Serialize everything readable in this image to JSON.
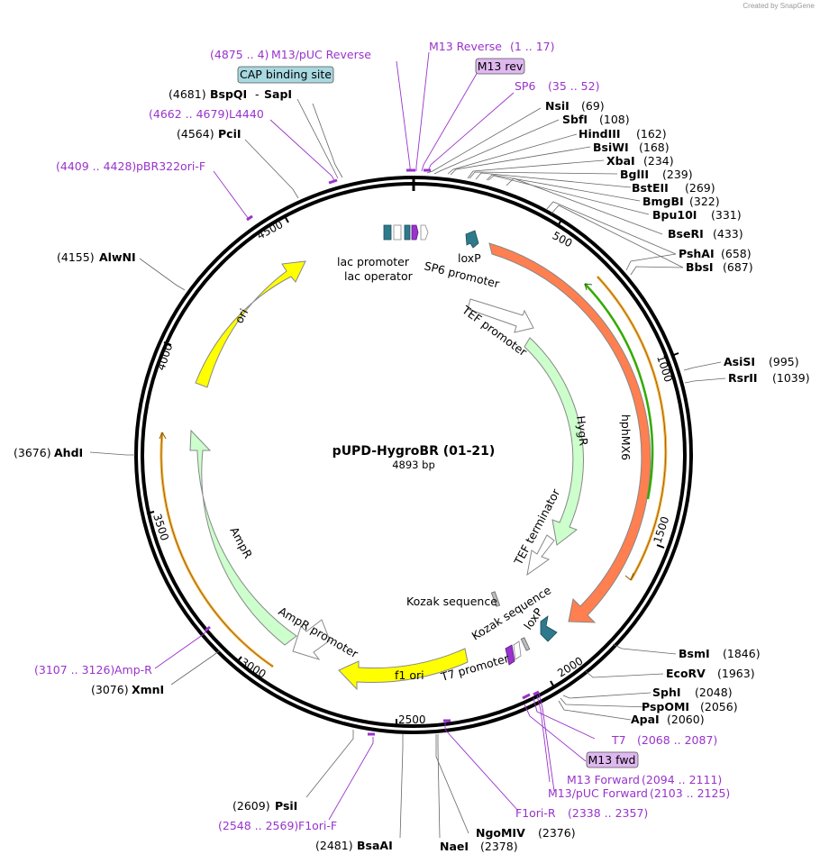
{
  "credit": "Created by SnapGene",
  "plasmid": {
    "name": "pUPD-HygroBR (01-21)",
    "length_label": "4893 bp",
    "length": 4893
  },
  "ticks": [
    "500",
    "1000",
    "1500",
    "2000",
    "2500",
    "3000",
    "3500",
    "4000",
    "4500"
  ],
  "sites": [
    {
      "name": "NsiI",
      "pos": "(69)"
    },
    {
      "name": "SbfI",
      "pos": "(108)"
    },
    {
      "name": "HindIII",
      "pos": "(162)"
    },
    {
      "name": "BsiWI",
      "pos": "(168)"
    },
    {
      "name": "XbaI",
      "pos": "(234)"
    },
    {
      "name": "BglII",
      "pos": "(239)"
    },
    {
      "name": "BstEII",
      "pos": "(269)"
    },
    {
      "name": "BmgBI",
      "pos": "(322)"
    },
    {
      "name": "Bpu10I",
      "pos": "(331)"
    },
    {
      "name": "BseRI",
      "pos": "(433)"
    },
    {
      "name": "PshAI",
      "pos": "(658)"
    },
    {
      "name": "BbsI",
      "pos": "(687)"
    },
    {
      "name": "AsiSI",
      "pos": "(995)"
    },
    {
      "name": "RsrII",
      "pos": "(1039)"
    },
    {
      "name": "BsmI",
      "pos": "(1846)"
    },
    {
      "name": "EcoRV",
      "pos": "(1963)"
    },
    {
      "name": "SphI",
      "pos": "(2048)"
    },
    {
      "name": "PspOMI",
      "pos": "(2056)"
    },
    {
      "name": "ApaI",
      "pos": "(2060)"
    },
    {
      "name": "NgoMIV",
      "pos": "(2376)"
    },
    {
      "name": "NaeI",
      "pos": "(2378)"
    },
    {
      "name": "BsaAI",
      "pos": "(2481)"
    },
    {
      "name": "PsiI",
      "pos": "(2609)"
    },
    {
      "name": "XmnI",
      "pos": "(3076)"
    },
    {
      "name": "AhdI",
      "pos": "(3676)"
    },
    {
      "name": "AlwNI",
      "pos": "(4155)"
    },
    {
      "name": "PciI",
      "pos": "(4564)"
    },
    {
      "name": "BspQI",
      "pos": "(4681)"
    },
    {
      "name": "SapI",
      "pos": ""
    }
  ],
  "primers": [
    {
      "name": "M13/pUC Reverse",
      "pos": "(4875 .. 4)"
    },
    {
      "name": "M13 Reverse",
      "pos": "(1 .. 17)"
    },
    {
      "name": "SP6",
      "pos": "(35 .. 52)"
    },
    {
      "name": "L4440",
      "pos": "(4662 .. 4679)"
    },
    {
      "name": "pBR322ori-F",
      "pos": "(4409 .. 4428)"
    },
    {
      "name": "T7",
      "pos": "(2068 .. 2087)"
    },
    {
      "name": "M13 Forward",
      "pos": "(2094 .. 2111)"
    },
    {
      "name": "M13/pUC Forward",
      "pos": "(2103 .. 2125)"
    },
    {
      "name": "F1ori-R",
      "pos": "(2338 .. 2357)"
    },
    {
      "name": "F1ori-F",
      "pos": "(2548 .. 2569)"
    },
    {
      "name": "Amp-R",
      "pos": "(3107 .. 3126)"
    }
  ],
  "boxes": {
    "cap": "CAP binding site",
    "m13rev": "M13 rev",
    "m13fwd": "M13 fwd"
  },
  "features": {
    "lac_promoter": "lac promoter",
    "lac_operator": "lac operator",
    "loxP_top": "loxP",
    "sp6_promoter": "SP6 promoter",
    "tef_promoter": "TEF promoter",
    "hygr": "HygR",
    "hphmx6": "hphMX6",
    "tef_terminator": "TEF terminator",
    "kozak1": "Kozak sequence",
    "kozak2": "Kozak sequence",
    "loxP_bottom": "loxP",
    "t7_promoter": "T7 promoter",
    "f1_ori": "f1 ori",
    "ampr_promoter": "AmpR promoter",
    "ampr": "AmpR",
    "ori": "ori"
  },
  "colors": {
    "hphmx6": "#ff7f50",
    "hygr": "#ccffcc",
    "ampr": "#ccffcc",
    "ori": "#ffff00",
    "f1ori": "#ffff00",
    "primer": "#9933cc",
    "loxp": "#2e7a8c",
    "box_blue": "#a8d8e0",
    "box_purple": "#e0b8f0",
    "orange_bar": "#f5b041",
    "green_bar": "#33aa00"
  }
}
